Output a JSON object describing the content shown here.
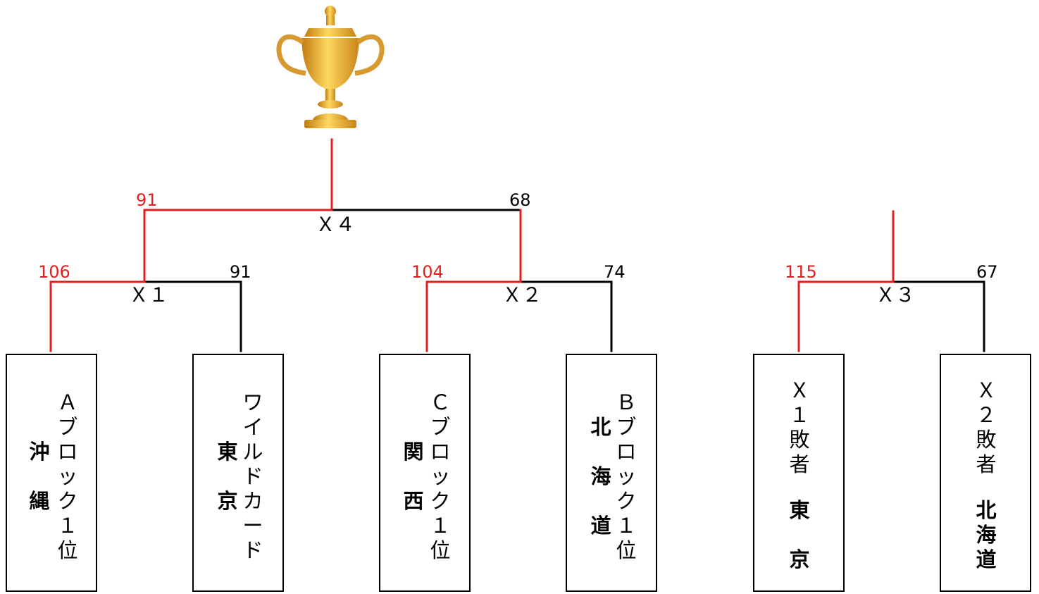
{
  "colors": {
    "winner": "#e02020",
    "line": "#000000",
    "trophy": "#f0b020"
  },
  "trophy_icon": "trophy-icon",
  "matches": {
    "x1": {
      "label": "Ｘ１",
      "left_score": "106",
      "right_score": "91",
      "winner": "left"
    },
    "x2": {
      "label": "Ｘ２",
      "left_score": "104",
      "right_score": "74",
      "winner": "left"
    },
    "x3": {
      "label": "Ｘ３",
      "left_score": "115",
      "right_score": "67",
      "winner": "left"
    },
    "x4": {
      "label": "Ｘ４",
      "left_score": "91",
      "right_score": "68",
      "winner": "left"
    }
  },
  "teams": [
    {
      "seed": "Ａブロック１位",
      "name": "沖縄"
    },
    {
      "seed": "ワイルドカード",
      "name": "東京"
    },
    {
      "seed": "Ｃブロック１位",
      "name": "関西"
    },
    {
      "seed": "Ｂブロック１位",
      "name": "北海道"
    },
    {
      "seed": "Ｘ１敗者",
      "name": "東京"
    },
    {
      "seed": "Ｘ２敗者",
      "name": "北海道"
    }
  ]
}
